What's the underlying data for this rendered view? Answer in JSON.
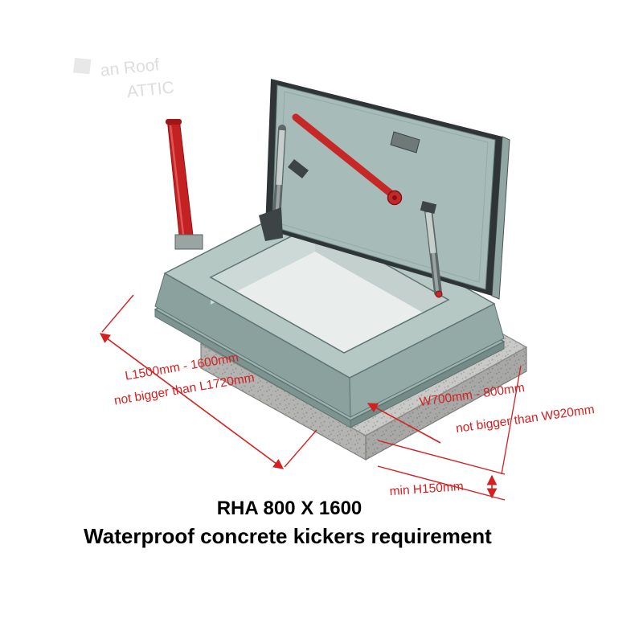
{
  "watermark": {
    "line1": "an Roof",
    "line2": "ATTIC"
  },
  "dimensions": {
    "length_line1": "L1500mm - 1600mm",
    "length_line2": "not bigger than L1720mm",
    "width_line1": "W700mm - 800mm",
    "width_line2": "not bigger than W920mm",
    "height_label": "min H150mm"
  },
  "titles": {
    "model": "RHA 800 X 1600",
    "subtitle": "Waterproof concrete kickers requirement"
  },
  "colors": {
    "dimension_red": "#d42020",
    "lid_teal": "#a7bcb8",
    "curb_teal": "#b6c8c4",
    "concrete_gray": "#c9c9c7",
    "rim_dark": "#2f3536",
    "post_red": "#c42222"
  }
}
